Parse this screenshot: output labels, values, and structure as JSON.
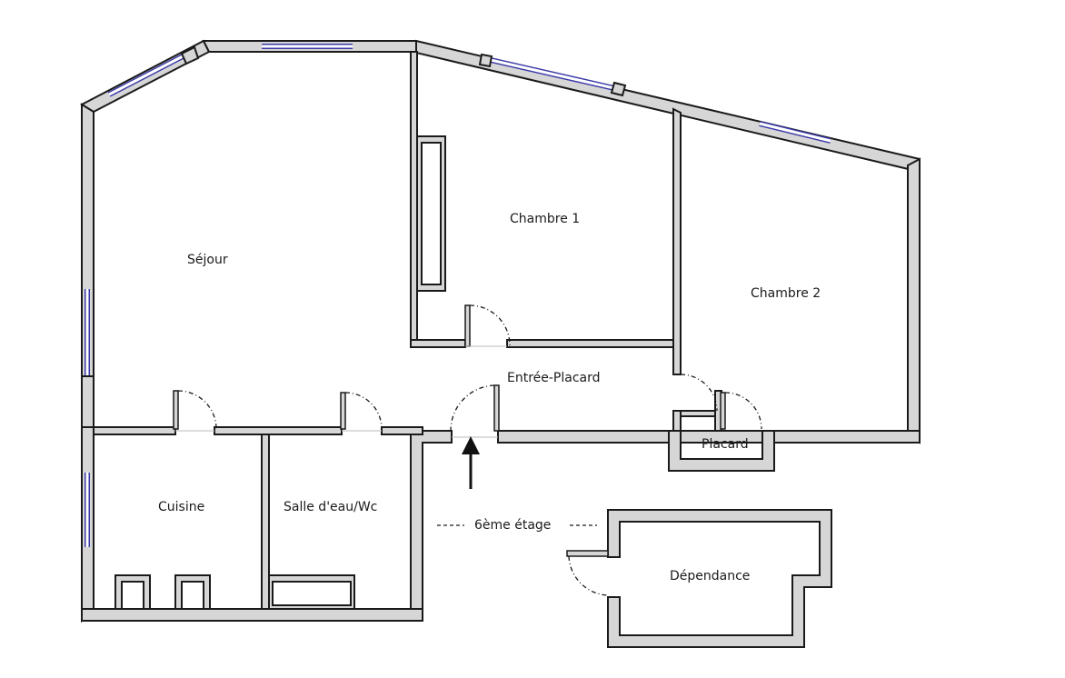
{
  "rooms": {
    "sejour": "Séjour",
    "chambre1": "Chambre 1",
    "chambre2": "Chambre 2",
    "entree": "Entrée-Placard",
    "cuisine": "Cuisine",
    "salle_eau": "Salle d'eau/Wc",
    "placard": "Placard",
    "dependance": "Dépendance"
  },
  "floor_label": "6ème étage",
  "icons": {
    "entrance": "arrow-up-icon"
  },
  "colors": {
    "wall_fill": "#d6d6d6",
    "wall_stroke": "#1a1a1a",
    "window": "#3a3aa8"
  }
}
